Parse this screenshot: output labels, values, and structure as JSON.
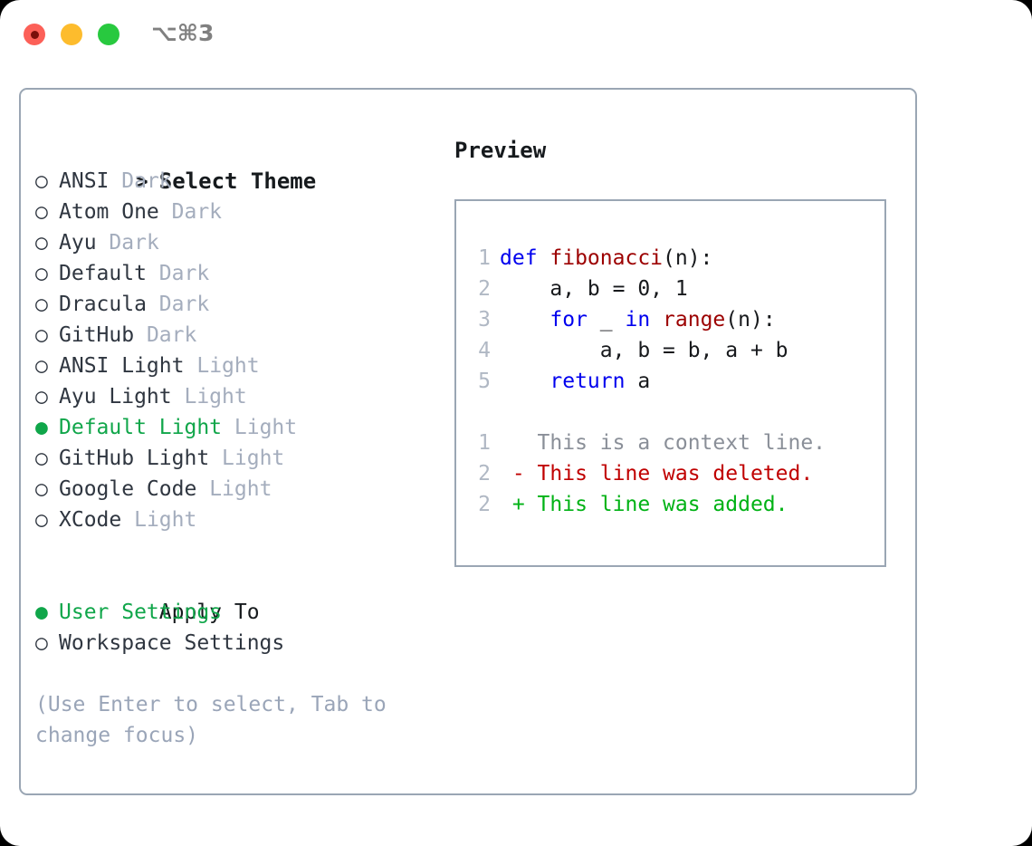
{
  "titlebar": {
    "shortcut": "⌥⌘3",
    "buttons": [
      {
        "name": "close",
        "color": "#fc6058"
      },
      {
        "name": "minimize",
        "color": "#fdbc2d"
      },
      {
        "name": "zoom",
        "color": "#28c93f"
      }
    ]
  },
  "theme_picker": {
    "header_marker": ">",
    "header": "Select Theme",
    "marker_unselected": "○",
    "marker_selected": "●",
    "items": [
      {
        "name": "ANSI",
        "category": "Dark",
        "selected": false
      },
      {
        "name": "Atom One",
        "category": "Dark",
        "selected": false
      },
      {
        "name": "Ayu",
        "category": "Dark",
        "selected": false
      },
      {
        "name": "Default",
        "category": "Dark",
        "selected": false
      },
      {
        "name": "Dracula",
        "category": "Dark",
        "selected": false
      },
      {
        "name": "GitHub",
        "category": "Dark",
        "selected": false
      },
      {
        "name": "ANSI Light",
        "category": "Light",
        "selected": false
      },
      {
        "name": "Ayu Light",
        "category": "Light",
        "selected": false
      },
      {
        "name": "Default Light",
        "category": "Light",
        "selected": true
      },
      {
        "name": "GitHub Light",
        "category": "Light",
        "selected": false
      },
      {
        "name": "Google Code",
        "category": "Light",
        "selected": false
      },
      {
        "name": "XCode",
        "category": "Light",
        "selected": false
      }
    ]
  },
  "apply_to": {
    "header": "Apply To",
    "items": [
      {
        "name": "User Settings",
        "selected": true
      },
      {
        "name": "Workspace Settings",
        "selected": false
      }
    ]
  },
  "hint": "(Use Enter to select, Tab to change focus)",
  "preview": {
    "title": "Preview",
    "code_lines": [
      {
        "number": "1",
        "tokens": [
          {
            "text": "def ",
            "type": "kw"
          },
          {
            "text": "fibonacci",
            "type": "fn"
          },
          {
            "text": "(n):",
            "type": "txt"
          }
        ]
      },
      {
        "number": "2",
        "tokens": [
          {
            "text": "    a, b = 0, 1",
            "type": "txt"
          }
        ]
      },
      {
        "number": "3",
        "tokens": [
          {
            "text": "    ",
            "type": "txt"
          },
          {
            "text": "for",
            "type": "kw"
          },
          {
            "text": " _ ",
            "type": "txt"
          },
          {
            "text": "in",
            "type": "kw"
          },
          {
            "text": " ",
            "type": "txt"
          },
          {
            "text": "range",
            "type": "fn"
          },
          {
            "text": "(n):",
            "type": "txt"
          }
        ]
      },
      {
        "number": "4",
        "tokens": [
          {
            "text": "        a, b = b, a + b",
            "type": "txt"
          }
        ]
      },
      {
        "number": "5",
        "tokens": [
          {
            "text": "    ",
            "type": "txt"
          },
          {
            "text": "return",
            "type": "kw"
          },
          {
            "text": " a",
            "type": "txt"
          }
        ]
      }
    ],
    "diff_lines": [
      {
        "number": "1",
        "sign": " ",
        "text": "This is a context line.",
        "type": "context"
      },
      {
        "number": "2",
        "sign": "-",
        "text": "This line was deleted.",
        "type": "deleted"
      },
      {
        "number": "2",
        "sign": "+",
        "text": "This line was added.",
        "type": "added"
      }
    ]
  },
  "colors": {
    "accent_green": "#10a64a",
    "muted": "#a4adbd",
    "hint": "#9aa5b8",
    "border": "#9aa6b4",
    "keyword": "#0000ee",
    "function": "#9c0000",
    "diff_added": "#00b215",
    "diff_deleted": "#c00000",
    "diff_context": "#8a8f98"
  }
}
